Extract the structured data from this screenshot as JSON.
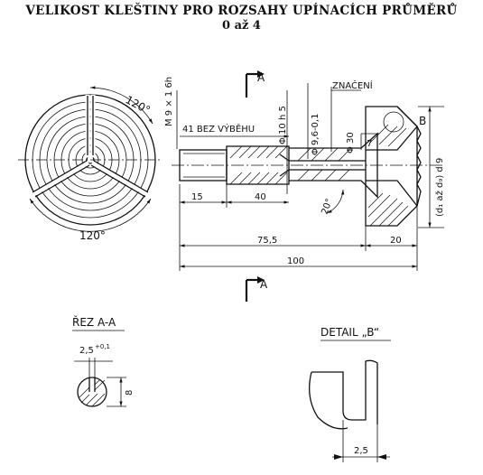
{
  "title": {
    "line1": "VELIKOST KLEŠTINY PRO ROZSAHY UPÍNACÍCH PRŮMĚRŮ",
    "line2": "0 až 4"
  },
  "section_marks": {
    "top": "A",
    "bottom": "A"
  },
  "front_view": {
    "angle_top": "120°",
    "angle_bottom": "120°"
  },
  "side_view": {
    "thread": "M 9 × 1 6h",
    "no_groove": "41 BEZ VÝBĚHU",
    "dia_10": "Φ 10 h 5",
    "dia_96": "Φ 9,6-0,1",
    "dia_30": "Φ 30",
    "dim_7": "7",
    "marking": "ZNAČENÍ",
    "detail_ref": "B",
    "range": "(d₁ až d₉) d 9",
    "angle_20": "20°",
    "dim_15": "15",
    "dim_40": "40",
    "dim_755": "75,5",
    "dim_20": "20",
    "dim_100": "100"
  },
  "section_aa": {
    "label": "ŘEZ A-A",
    "slot_width": "2,5",
    "slot_tol": "+0,1",
    "height": "8"
  },
  "detail_b": {
    "label": "DETAIL „B“",
    "dim": "2,5"
  }
}
